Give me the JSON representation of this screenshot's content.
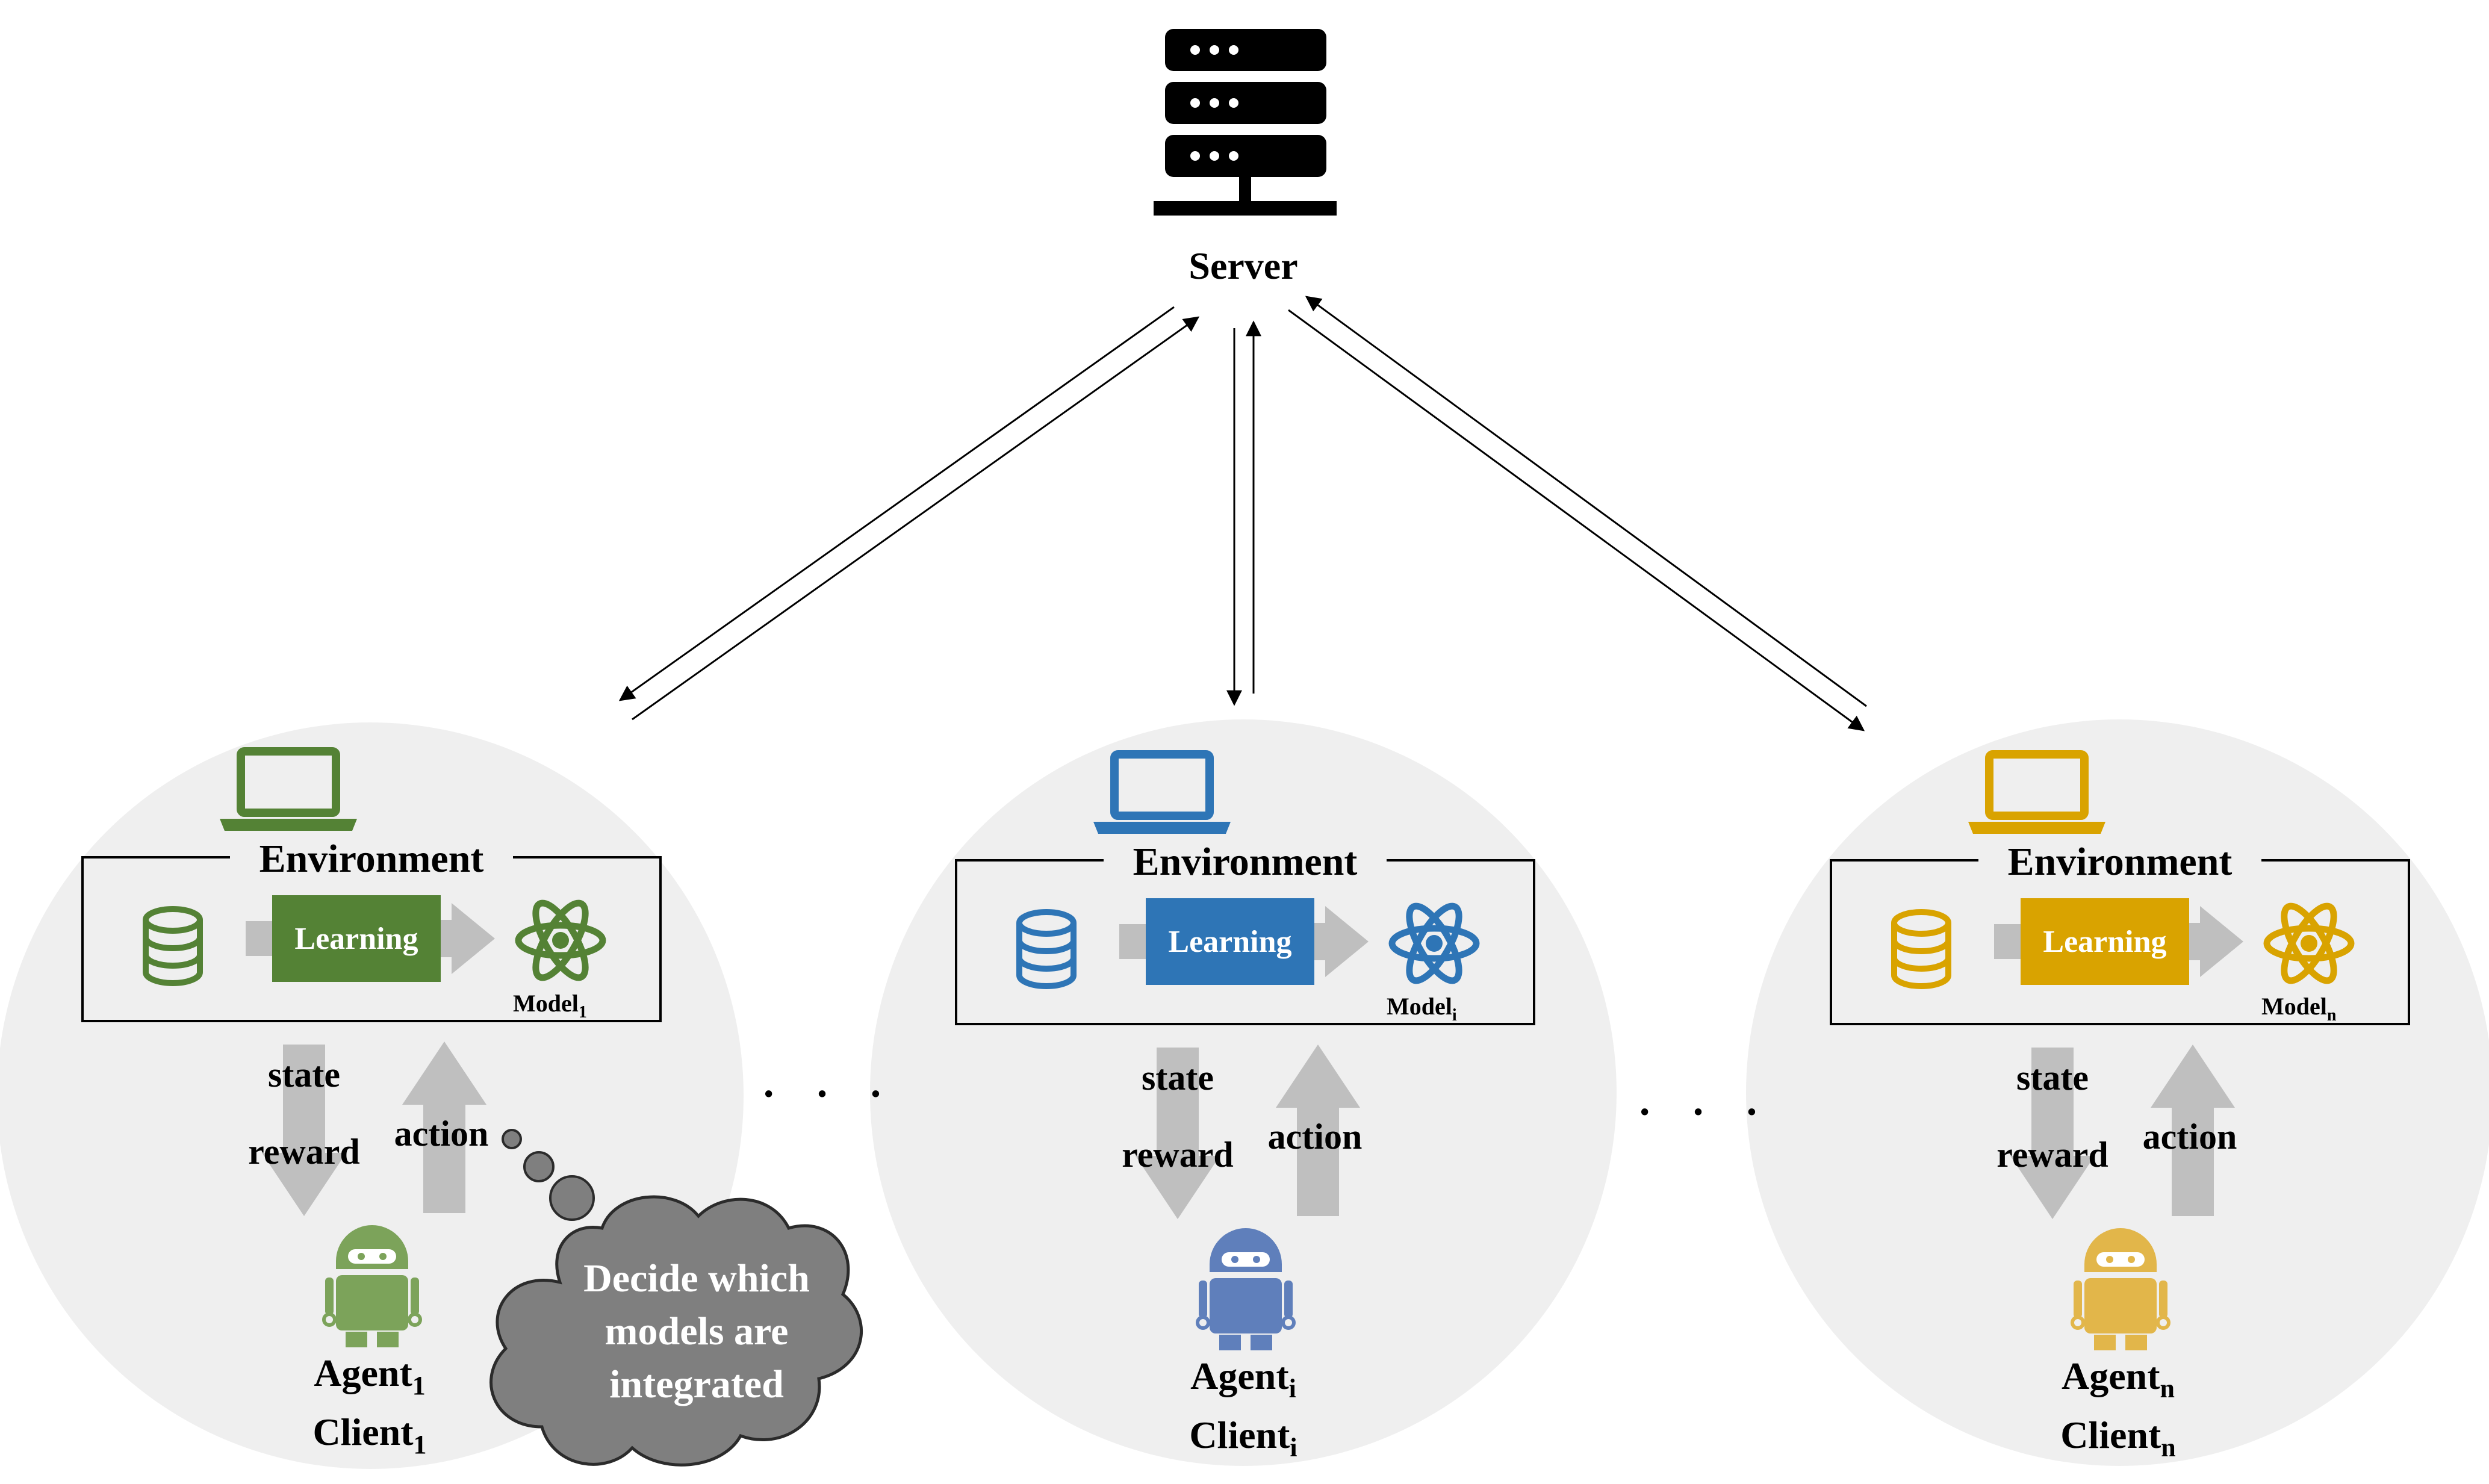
{
  "server": {
    "label": "Server",
    "icon": "server-icon"
  },
  "ellipsis": "· · ·",
  "clients": [
    {
      "color": "#548235",
      "agent_color": "#7ca35a",
      "environment_label": "Environment",
      "learning_label": "Learning",
      "model_label": "Model",
      "model_sub": "1",
      "state_label": "state",
      "reward_label": "reward",
      "action_label": "action",
      "agent_label": "Agent",
      "agent_sub": "1",
      "client_label": "Client",
      "client_sub": "1"
    },
    {
      "color": "#2e75b6",
      "agent_color": "#5f7fbb",
      "environment_label": "Environment",
      "learning_label": "Learning",
      "model_label": "Model",
      "model_sub": "i",
      "state_label": "state",
      "reward_label": "reward",
      "action_label": "action",
      "agent_label": "Agent",
      "agent_sub": "i",
      "client_label": "Client",
      "client_sub": "i"
    },
    {
      "color": "#d9a300",
      "agent_color": "#e2b64a",
      "environment_label": "Environment",
      "learning_label": "Learning",
      "model_label": "Model",
      "model_sub": "n",
      "state_label": "state",
      "reward_label": "reward",
      "action_label": "action",
      "agent_label": "Agent",
      "agent_sub": "n",
      "client_label": "Client",
      "client_sub": "n"
    }
  ],
  "thought_bubble": {
    "lines": [
      "Decide which",
      "models are",
      "integrated"
    ],
    "color": "#7f7f7f"
  }
}
